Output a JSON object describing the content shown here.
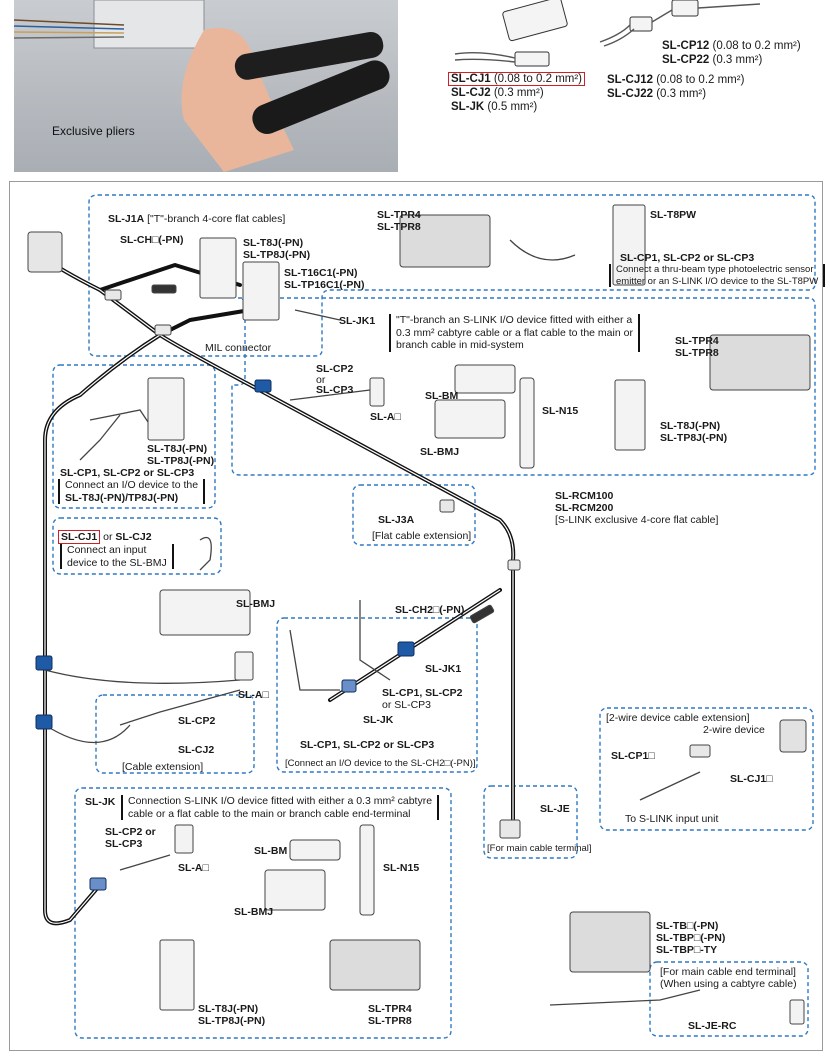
{
  "photo": {
    "caption": "Exclusive pliers"
  },
  "top": {
    "left_group": [
      {
        "code": "SL-CJ1",
        "detail": " (0.08 to 0.2 mm²)",
        "highlight": true
      },
      {
        "code": "SL-CJ2",
        "detail": " (0.3 mm²)"
      },
      {
        "code": "SL-JK",
        "detail": " (0.5 mm²)"
      }
    ],
    "right_top": [
      {
        "code": "SL-CP12",
        "detail": " (0.08 to 0.2 mm²)"
      },
      {
        "code": "SL-CP22",
        "detail": " (0.3 mm²)"
      }
    ],
    "right_bottom": [
      {
        "code": "SL-CJ12",
        "detail": " (0.08 to 0.2 mm²)"
      },
      {
        "code": "SL-CJ22",
        "detail": " (0.3 mm²)"
      }
    ]
  },
  "labels": {
    "j1a": "SL-J1A",
    "j1a_desc": " [\"T\"-branch 4-core flat cables]",
    "ch": "SL-CH□(-PN)",
    "t8j_a": "SL-T8J(-PN)",
    "tp8j_a": "SL-TP8J(-PN)",
    "t16c1": "SL-T16C1(-PN)",
    "tp16c1": "SL-TP16C1(-PN)",
    "mil": "MIL connector",
    "tpr4_a": "SL-TPR4",
    "tpr8_a": "SL-TPR8",
    "t8pw": "SL-T8PW",
    "cp_or": "SL-CP1, SL-CP2 or SL-CP3",
    "t8pw_desc1": "Connect a thru-beam type photoelectric sensor",
    "t8pw_desc2": "emitter or an S-LINK I/O device to the SL-T8PW",
    "jk1_a": "SL-JK1",
    "jk1_desc1": "\"T\"-branch an S-LINK I/O device fitted with either a",
    "jk1_desc2": "0.3 mm² cabtyre cable or a flat cable to the main or",
    "jk1_desc3": "branch cable in mid-system",
    "cp2_a": "SL-CP2",
    "or_a": "or",
    "cp3_a": "SL-CP3",
    "a_a": "SL-A□",
    "bm_a": "SL-BM",
    "bmj_a": "SL-BMJ",
    "n15_a": "SL-N15",
    "tpr4_b": "SL-TPR4",
    "tpr8_b": "SL-TPR8",
    "t8j_b": "SL-T8J(-PN)",
    "tp8j_b": "SL-TP8J(-PN)",
    "t8j_c": "SL-T8J(-PN)",
    "tp8j_c": "SL-TP8J(-PN)",
    "cp_or_c": "SL-CP1, SL-CP2 or SL-CP3",
    "connect_c1": "Connect an I/O device to the",
    "connect_c2": "SL-T8J(-PN)/TP8J(-PN)",
    "cj1": "SL-CJ1",
    "or_cj": " or ",
    "cj2_b": "SL-CJ2",
    "input1": "Connect an input",
    "input2": "device to the SL-BMJ",
    "rcm100": "SL-RCM100",
    "rcm200": "SL-RCM200",
    "rcm_desc": "[S-LINK exclusive 4-core flat cable]",
    "j3a": "SL-J3A",
    "j3a_desc": "[Flat cable extension]",
    "bmj_b": "SL-BMJ",
    "ch2": "SL-CH2□(-PN)",
    "jk1_b": "SL-JK1",
    "cp12_b": "SL-CP1, SL-CP2",
    "or_cp3_b": "or SL-CP3",
    "jk_b": "SL-JK",
    "cp_or_d": "SL-CP1, SL-CP2 or SL-CP3",
    "ch2_desc": "[Connect an I/O device to the SL-CH2□(-PN)]",
    "a_b": "SL-A□",
    "cp2_c": "SL-CP2",
    "cj2_c": "SL-CJ2",
    "cable_ext": "[Cable extension]",
    "twowire_title": "[2-wire device cable extension]",
    "twowire": "2-wire device",
    "cp1_e": "SL-CP1□",
    "cj1_e": "SL-CJ1□",
    "to_input": "To S-LINK input unit",
    "je": "SL-JE",
    "je_desc": "[For main cable terminal]",
    "jk_c": "SL-JK",
    "jk_c_desc1": "Connection S-LINK I/O device fitted with either a 0.3 mm² cabtyre",
    "jk_c_desc2": "cable or a flat cable to the main or branch cable end-terminal",
    "cp2_d": "SL-CP2 or",
    "cp3_d": "SL-CP3",
    "a_c": "SL-A□",
    "bm_c": "SL-BM",
    "bmj_c": "SL-BMJ",
    "n15_c": "SL-N15",
    "t8j_d": "SL-T8J(-PN)",
    "tp8j_d": "SL-TP8J(-PN)",
    "tpr4_c": "SL-TPR4",
    "tpr8_c": "SL-TPR8",
    "tb": "SL-TB□(-PN)",
    "tbp": "SL-TBP□(-PN)",
    "tbpty": "SL-TBP□-TY",
    "jerc_desc1": "[For main cable end terminal]",
    "jerc_desc2": "(When using a cabtyre cable)",
    "jerc": "SL-JE-RC"
  },
  "colors": {
    "dash": "#2f79c2",
    "highlight": "#d21f26",
    "connector": "#1f5aa6",
    "cable": "#111111"
  }
}
